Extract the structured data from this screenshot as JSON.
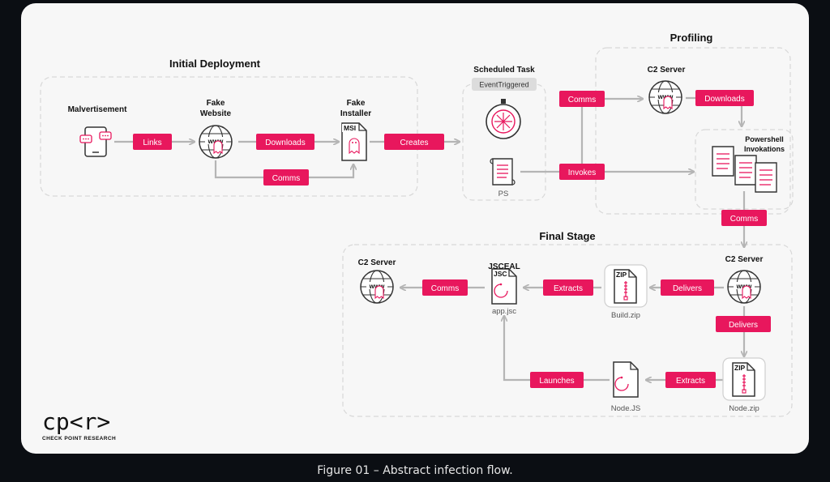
{
  "sections": {
    "initial": "Initial Deployment",
    "profiling": "Profiling",
    "final": "Final Stage"
  },
  "nodes": {
    "malvertisement": "Malvertisement",
    "fake_website_1": "Fake",
    "fake_website_2": "Website",
    "fake_installer_1": "Fake",
    "fake_installer_2": "Installer",
    "scheduled_task": "Scheduled Task",
    "event_triggered": "EventTriggered",
    "ps": "PS",
    "c2_profiling": "C2 Server",
    "powershell_1": "Powershell",
    "powershell_2": "Invokations",
    "c2_final": "C2 Server",
    "c2_left": "C2 Server",
    "jsceal": "JSCEAL",
    "app_jsc": "app.jsc",
    "build_zip": "Build.zip",
    "node_js": "Node.JS",
    "node_zip": "Node.zip"
  },
  "icon_labels": {
    "www": "www",
    "msi": "MSI",
    "jsc": "JSC",
    "zip": "ZIP"
  },
  "edges": {
    "links": "Links",
    "downloads_1": "Downloads",
    "comms_1": "Comms",
    "creates": "Creates",
    "comms_2": "Comms",
    "invokes": "Invokes",
    "downloads_2": "Downloads",
    "comms_3": "Comms",
    "delivers_1": "Delivers",
    "extracts_1": "Extracts",
    "comms_4": "Comms",
    "delivers_2": "Delivers",
    "extracts_2": "Extracts",
    "launches": "Launches"
  },
  "logo": {
    "text": "cp<r>",
    "subtitle": "CHECK POINT RESEARCH"
  },
  "caption": "Figure 01 – Abstract infection flow.",
  "colors": {
    "accent": "#e8175d",
    "arrow": "#b5b5b5",
    "card": "#f7f7f7",
    "background": "#0b0e13"
  }
}
